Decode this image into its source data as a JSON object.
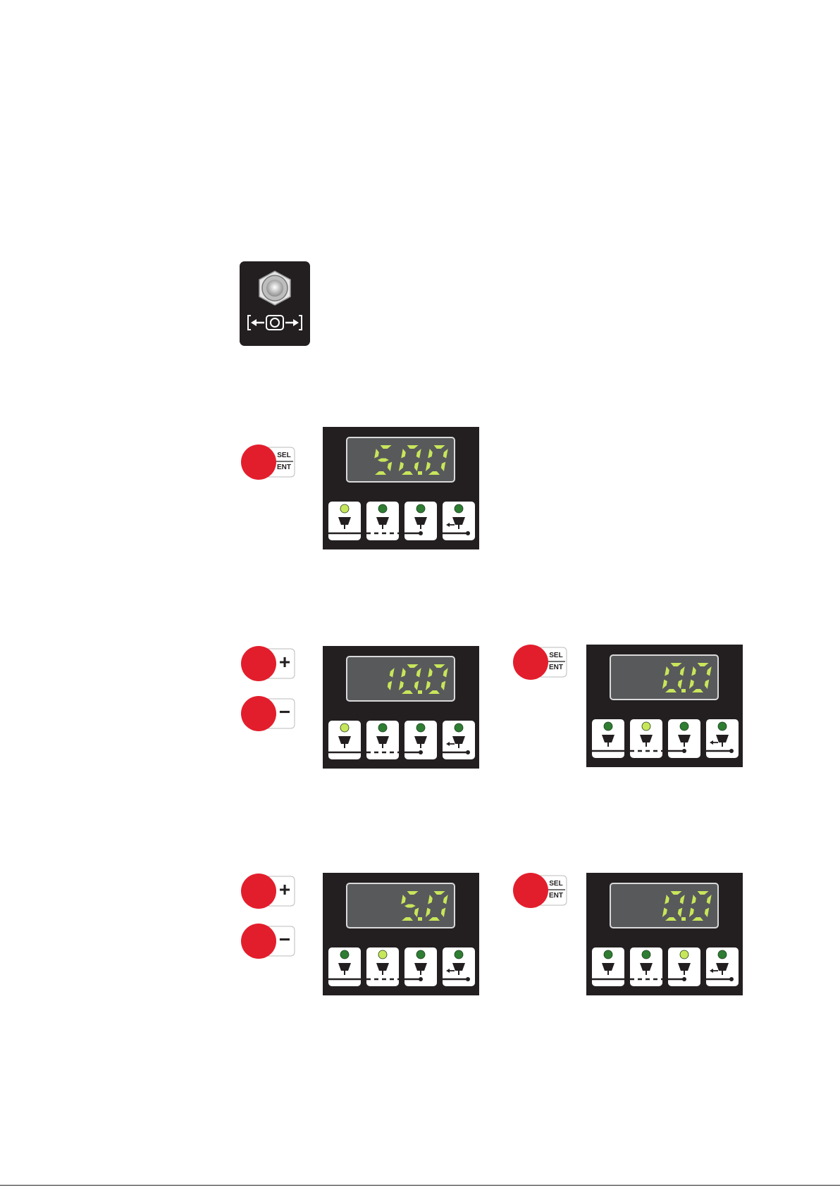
{
  "buttons": {
    "sel_top": "SEL",
    "sel_bottom": "ENT",
    "plus": "+",
    "minus": "−"
  },
  "displays": [
    {
      "value": "50.0",
      "active_led": 0
    },
    {
      "value": "10.0",
      "active_led": 0
    },
    {
      "value": "0.0",
      "active_led": 1
    },
    {
      "value": "5.0",
      "active_led": 1
    },
    {
      "value": "0.0",
      "active_led": 2
    }
  ],
  "colors": {
    "panel": "#231f20",
    "screen": "#58595b",
    "segment": "#c8e65a",
    "led_on": "#c8e65a",
    "led_off": "#2e7d32",
    "press_button": "#e31e2c"
  },
  "mode_icons": [
    "continuous-line-icon",
    "dashed-line-icon",
    "spot-end-icon",
    "retract-icon"
  ]
}
